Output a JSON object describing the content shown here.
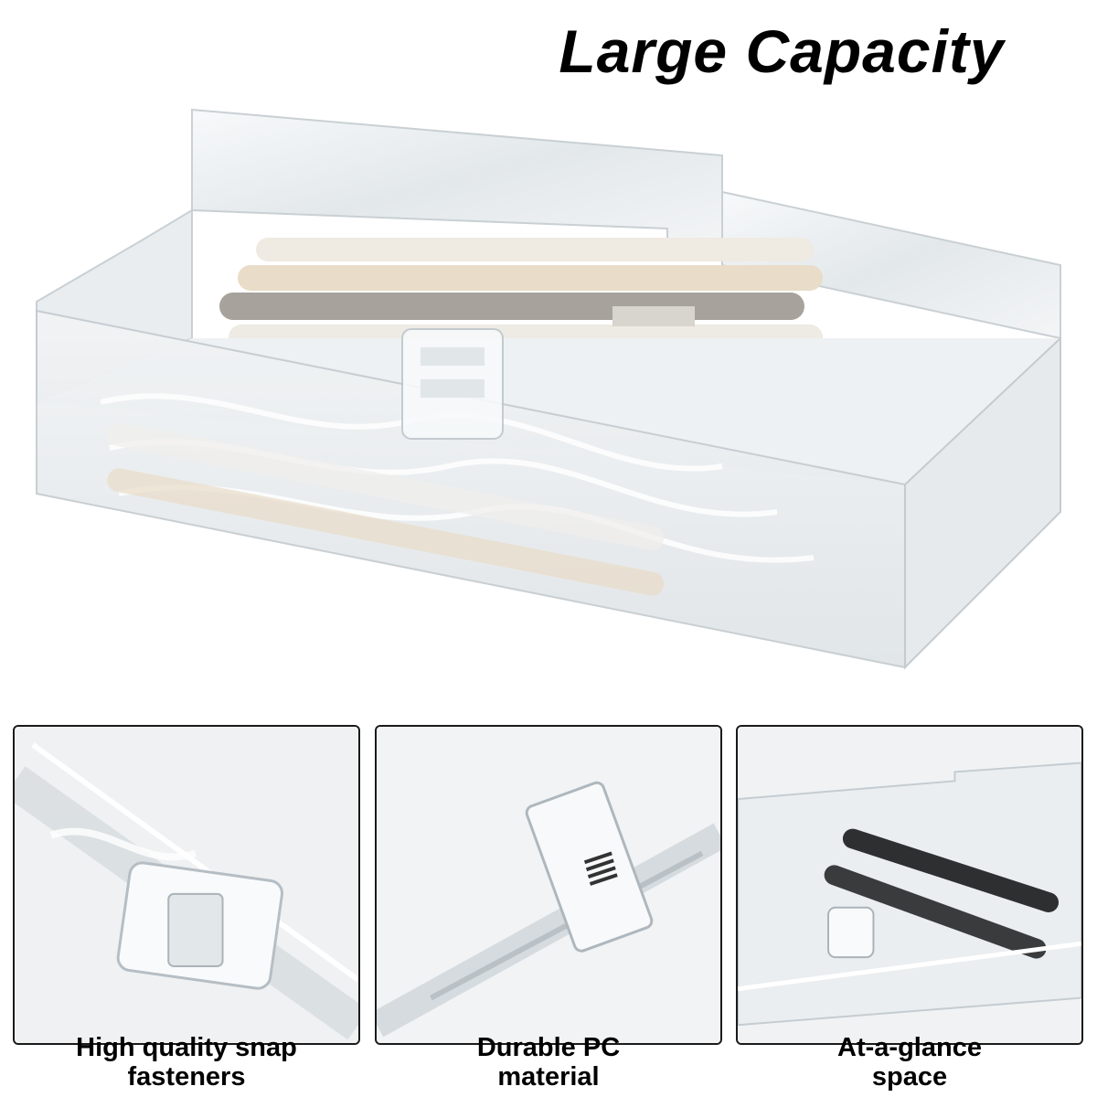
{
  "headline": "Large Capacity",
  "features": [
    {
      "line1": "High quality snap",
      "line2": "fasteners"
    },
    {
      "line1": "Durable PC",
      "line2": "material"
    },
    {
      "line1": "At-a-glance",
      "line2": "space"
    }
  ],
  "colors": {
    "background": "#ffffff",
    "text": "#000000",
    "panel_border": "#1a1a1a",
    "acrylic": "#e8ecef",
    "pen_cream": "#e9dcc8",
    "pen_gray": "#a7a39c"
  }
}
